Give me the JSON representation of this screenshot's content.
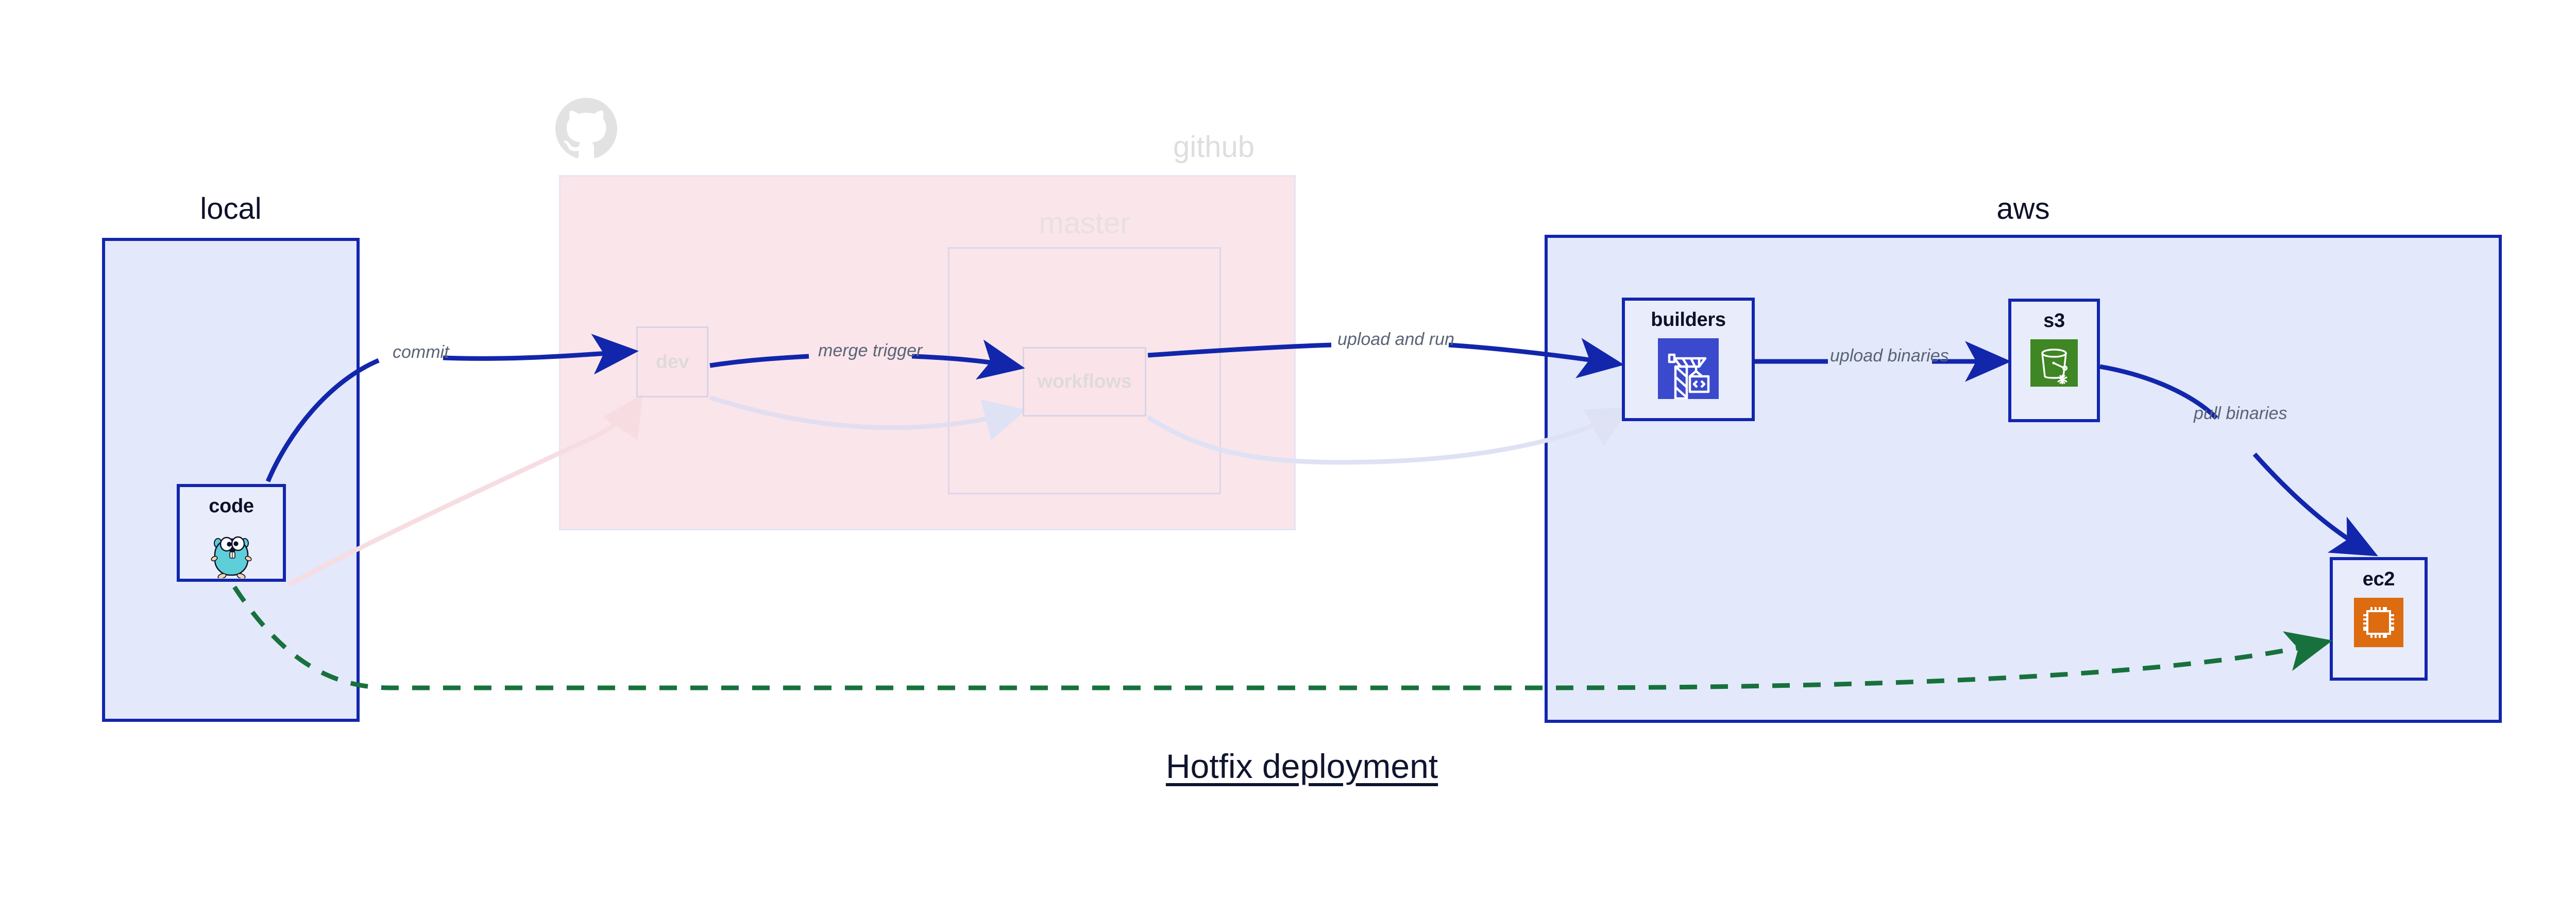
{
  "title": "Hotfix deployment",
  "groups": [
    {
      "key": "local",
      "label": "local"
    },
    {
      "key": "github",
      "label": "github"
    },
    {
      "key": "master",
      "label": "master"
    },
    {
      "key": "aws",
      "label": "aws"
    }
  ],
  "nodes": [
    {
      "key": "code",
      "label": "code",
      "icon": "go-gopher-icon",
      "group": "local",
      "faded": false
    },
    {
      "key": "dev",
      "label": "dev",
      "icon": "none",
      "group": "github",
      "faded": true
    },
    {
      "key": "workflows",
      "label": "workflows",
      "icon": "none",
      "group": "master",
      "faded": true
    },
    {
      "key": "builders",
      "label": "builders",
      "icon": "aws-codebuild-icon",
      "group": "aws",
      "faded": false
    },
    {
      "key": "s3",
      "label": "s3",
      "icon": "aws-s3-glacier-icon",
      "group": "aws",
      "faded": false
    },
    {
      "key": "ec2",
      "label": "ec2",
      "icon": "aws-ec2-icon",
      "group": "aws",
      "faded": false
    }
  ],
  "edges": [
    {
      "key": "commit",
      "label": "commit",
      "from": "code",
      "to": "dev",
      "style": "solid-blue"
    },
    {
      "key": "merge-trigger",
      "label": "merge trigger",
      "from": "dev",
      "to": "workflows",
      "style": "solid-blue"
    },
    {
      "key": "upload-and-run",
      "label": "upload and run",
      "from": "workflows",
      "to": "builders",
      "style": "solid-blue"
    },
    {
      "key": "upload-binaries",
      "label": "upload binaries",
      "from": "builders",
      "to": "s3",
      "style": "solid-blue"
    },
    {
      "key": "pull-binaries",
      "label": "pull binaries",
      "from": "s3",
      "to": "ec2",
      "style": "solid-blue"
    },
    {
      "key": "hotfix",
      "label": "",
      "from": "code",
      "to": "ec2",
      "style": "dashed-green"
    }
  ],
  "colors": {
    "accent_blue": "#1226ac",
    "group_blue_fill": "#e3e8fb",
    "github_pink_fill": "#fae5ea",
    "edge_label_gray": "#5a6475",
    "dashed_green": "#17713c",
    "codebuild_blue": "#3b49cc",
    "s3_green": "#3f8624",
    "ec2_orange": "#dd6b10",
    "gopher_cyan": "#5ecfd8",
    "octocat_gray": "#e2e2e2",
    "title_navy": "#10152e"
  },
  "icons": {
    "go-gopher-icon": "go-gopher",
    "aws-codebuild-icon": "crane-and-code-block",
    "aws-s3-glacier-icon": "bucket-with-snowflake",
    "aws-ec2-icon": "cpu-chip",
    "octocat-icon": "github-octocat"
  }
}
